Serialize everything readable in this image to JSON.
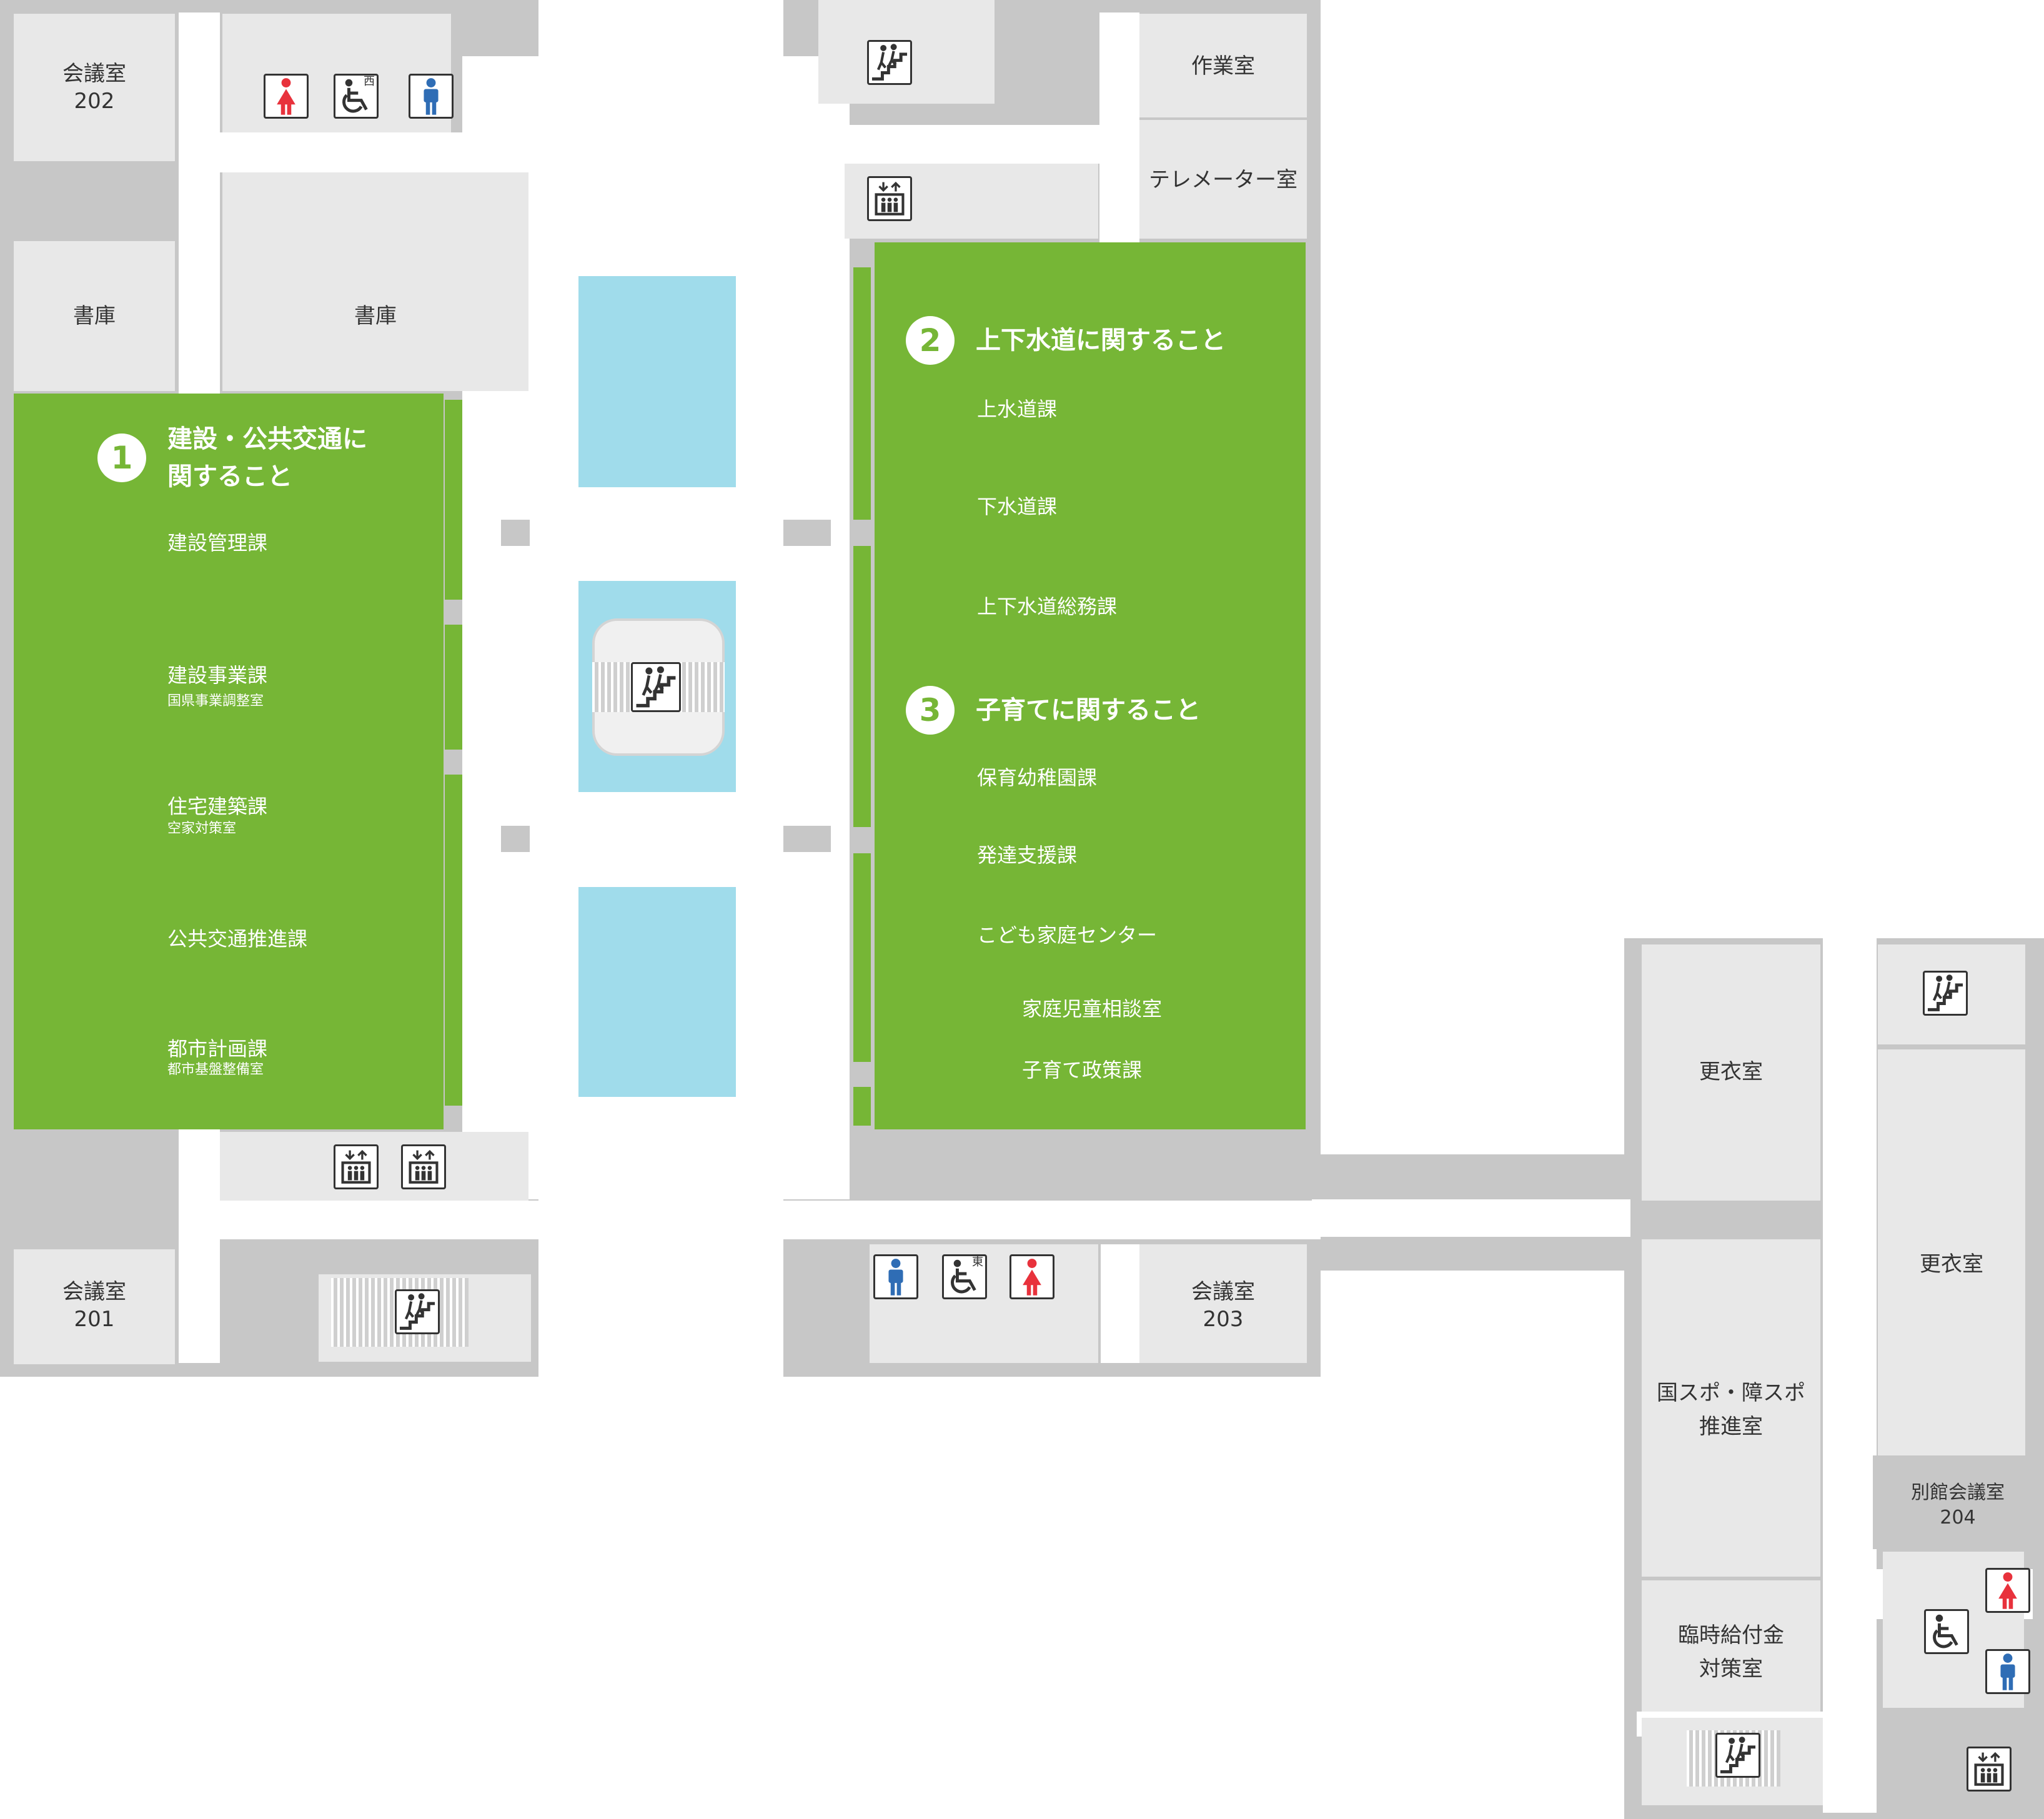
{
  "colors": {
    "floor": "#c7c7c7",
    "room": "#e8e8e8",
    "corridor": "#ffffff",
    "highlight": "#76b636",
    "water": "#a0dceb",
    "female": "#e8323c",
    "male": "#2f6db5",
    "icon_stroke": "#333333"
  },
  "rooms": {
    "r202": [
      "会議室",
      "202"
    ],
    "r201": [
      "会議室",
      "201"
    ],
    "r203": [
      "会議室",
      "203"
    ],
    "r204": [
      "別館会議室",
      "204"
    ],
    "shoko1": "書庫",
    "shoko2": "書庫",
    "sagyo": "作業室",
    "telemeter": "テレメーター室",
    "koui1": "更衣室",
    "koui2": "更衣室",
    "kokuspo": [
      "国スポ・障スポ",
      "推進室"
    ],
    "rinji": [
      "臨時給付金",
      "対策室"
    ]
  },
  "zones": {
    "z1": {
      "number": "1",
      "title": [
        "建設・公共交通に",
        "関すること"
      ],
      "depts": [
        "建設管理課",
        "建設事業課",
        "住宅建築課",
        "公共交通推進課",
        "都市計画課"
      ],
      "subs": [
        "国県事業調整室",
        "空家対策室",
        "都市基盤整備室"
      ]
    },
    "z2": {
      "number": "2",
      "title": "上下水道に関すること",
      "depts": [
        "上水道課",
        "下水道課",
        "上下水道総務課"
      ]
    },
    "z3": {
      "number": "3",
      "title": "子育てに関すること",
      "depts": [
        "保育幼稚園課",
        "発達支援課",
        "こども家庭センター",
        "家庭児童相談室",
        "子育て政策課"
      ]
    }
  },
  "icons": {
    "accessible_west_tag": "西",
    "accessible_east_tag": "東"
  }
}
